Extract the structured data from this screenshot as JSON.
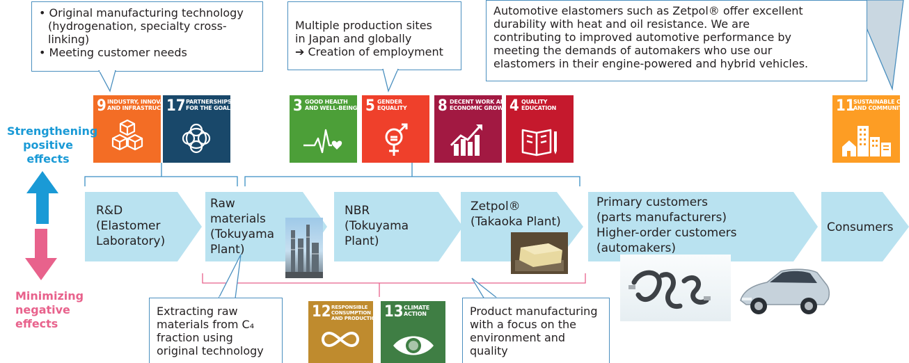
{
  "callouts": {
    "tech": [
      "Original manufacturing technology",
      "(hydrogenation, specialty cross-",
      "linking)",
      "Meeting customer needs"
    ],
    "sites": [
      "Multiple production sites",
      "in Japan and globally",
      "➔ Creation of employment"
    ],
    "auto": [
      "Automotive elastomers such as Zetpol® offer excellent",
      "durability with heat and oil resistance. We are",
      "contributing to improved automotive performance by",
      "meeting the demands of automakers who use our",
      "elastomers in their engine-powered and hybrid vehicles."
    ],
    "raw": [
      "Extracting raw",
      "materials from C₄",
      "fraction using",
      "original technology"
    ],
    "product": [
      "Product manufacturing",
      "with a focus on the",
      "environment and",
      "quality"
    ]
  },
  "sdgs": {
    "g9": {
      "num": "9",
      "label": [
        "Industry, innovation",
        "and infrastructure"
      ],
      "color": "#f36d25",
      "icon": "cubes-icon"
    },
    "g17": {
      "num": "17",
      "label": [
        "Partnerships",
        "for the goals"
      ],
      "color": "#19486a",
      "icon": "rings-icon"
    },
    "g3": {
      "num": "3",
      "label": [
        "Good health",
        "and well-being"
      ],
      "color": "#4c9f38",
      "icon": "heartbeat-icon"
    },
    "g5": {
      "num": "5",
      "label": [
        "Gender",
        "equality"
      ],
      "color": "#ef402b",
      "icon": "gender-icon"
    },
    "g8": {
      "num": "8",
      "label": [
        "Decent work and",
        "economic growth"
      ],
      "color": "#a21942",
      "icon": "growth-chart-icon"
    },
    "g4": {
      "num": "4",
      "label": [
        "Quality",
        "education"
      ],
      "color": "#c5192d",
      "icon": "book-icon"
    },
    "g11": {
      "num": "11",
      "label": [
        "Sustainable cities",
        "and communities"
      ],
      "color": "#fd9d24",
      "icon": "city-icon"
    },
    "g12": {
      "num": "12",
      "label": [
        "Responsible",
        "consumption",
        "and production"
      ],
      "color": "#bf8b2e",
      "icon": "infinity-icon"
    },
    "g13": {
      "num": "13",
      "label": [
        "Climate",
        "action"
      ],
      "color": "#3f7e44",
      "icon": "earth-eye-icon"
    }
  },
  "side": {
    "positive": [
      "Strengthening",
      "positive",
      "effects"
    ],
    "negative": [
      "Minimizing",
      "negative",
      "effects"
    ],
    "positive_color": "#1a9ad6",
    "negative_color": "#e8628c"
  },
  "chain": {
    "rd": [
      "R&D",
      "(Elastomer",
      "Laboratory)"
    ],
    "raw": [
      "Raw",
      "materials",
      "(Tokuyama",
      "Plant)"
    ],
    "nbr": [
      "NBR",
      "(Tokuyama",
      "Plant)"
    ],
    "zetpol": [
      "Zetpol®",
      "(Takaoka Plant)"
    ],
    "customers": [
      "Primary customers",
      "(parts manufacturers)",
      "Higher-order customers",
      "(automakers)"
    ],
    "consumers": [
      "Consumers"
    ],
    "arrow_color": "#b9e2f0"
  }
}
